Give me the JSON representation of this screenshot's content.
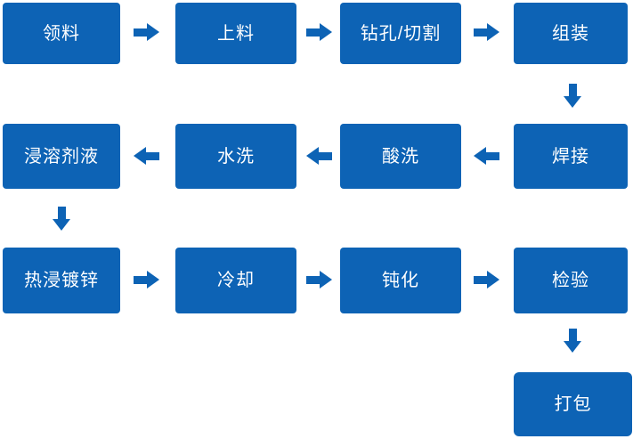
{
  "flowchart": {
    "description": "Hot-dip galvanizing production process flowchart",
    "colors": {
      "box": "#0d63b5",
      "arrow": "#0d63b5",
      "text": "#ffffff",
      "background": "#ffffff"
    },
    "nodes": [
      {
        "label": "领料"
      },
      {
        "label": "上料"
      },
      {
        "label": "钻孔/切割"
      },
      {
        "label": "组装"
      },
      {
        "label": "焊接"
      },
      {
        "label": "酸洗"
      },
      {
        "label": "水洗"
      },
      {
        "label": "浸溶剂液"
      },
      {
        "label": "热浸镀锌"
      },
      {
        "label": "冷却"
      },
      {
        "label": "钝化"
      },
      {
        "label": "检验"
      },
      {
        "label": "打包"
      }
    ],
    "edges": [
      {
        "from": "领料",
        "to": "上料",
        "direction": "right"
      },
      {
        "from": "上料",
        "to": "钻孔/切割",
        "direction": "right"
      },
      {
        "from": "钻孔/切割",
        "to": "组装",
        "direction": "right"
      },
      {
        "from": "组装",
        "to": "焊接",
        "direction": "down"
      },
      {
        "from": "焊接",
        "to": "酸洗",
        "direction": "left"
      },
      {
        "from": "酸洗",
        "to": "水洗",
        "direction": "left"
      },
      {
        "from": "水洗",
        "to": "浸溶剂液",
        "direction": "left"
      },
      {
        "from": "浸溶剂液",
        "to": "热浸镀锌",
        "direction": "down"
      },
      {
        "from": "热浸镀锌",
        "to": "冷却",
        "direction": "right"
      },
      {
        "from": "冷却",
        "to": "钝化",
        "direction": "right"
      },
      {
        "from": "钝化",
        "to": "检验",
        "direction": "right"
      },
      {
        "from": "检验",
        "to": "打包",
        "direction": "down"
      }
    ]
  }
}
